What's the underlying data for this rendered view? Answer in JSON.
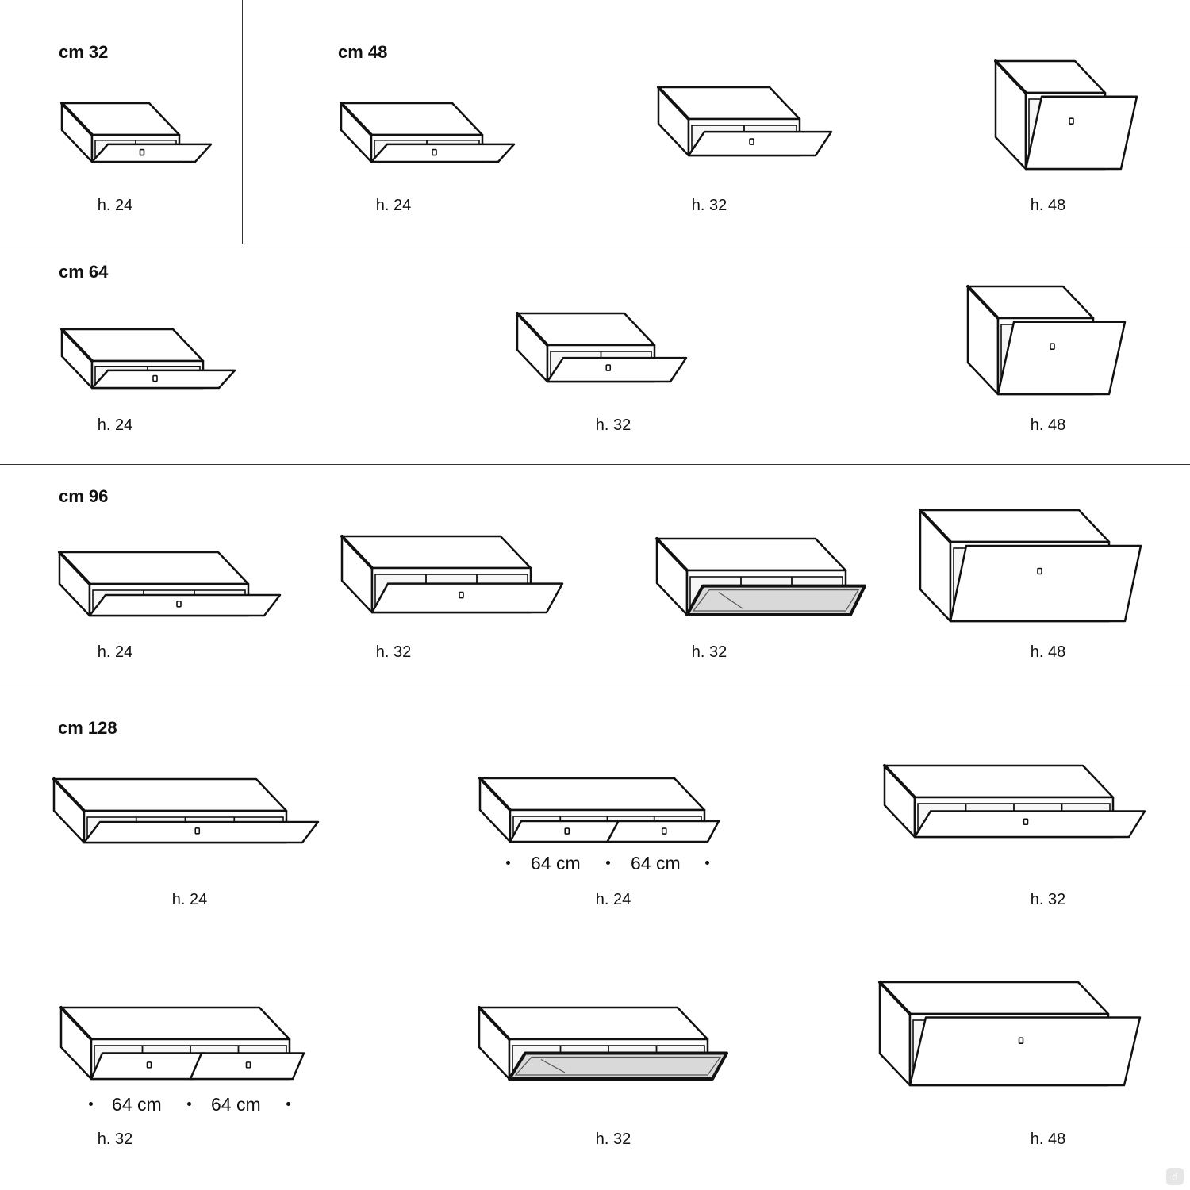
{
  "sections": {
    "s32": {
      "title": "cm 32"
    },
    "s48": {
      "title": "cm 48"
    },
    "s64": {
      "title": "cm 64"
    },
    "s96": {
      "title": "cm 96"
    },
    "s128": {
      "title": "cm 128"
    }
  },
  "captions": {
    "c32_24": "h. 24",
    "c48_24": "h. 24",
    "c48_32": "h. 32",
    "c48_48": "h. 48",
    "c64_24": "h. 24",
    "c64_32": "h. 32",
    "c64_48": "h. 48",
    "c96_24": "h. 24",
    "c96_32": "h. 32",
    "c96_32g": "h. 32",
    "c96_48": "h. 48",
    "c128_24": "h. 24",
    "c128_24d": "h. 24",
    "c128_32": "h. 32",
    "c128_32d": "h. 32",
    "c128_32g": "h. 32",
    "c128_48": "h. 48"
  },
  "dimensions": {
    "split_a_left": "64 cm",
    "split_a_right": "64 cm",
    "split_b_left": "64 cm",
    "split_b_right": "64 cm"
  },
  "units": [
    {
      "id": "u32_24",
      "w": 110,
      "h": 34,
      "door": "flap"
    },
    {
      "id": "u48_24",
      "w": 140,
      "h": 34,
      "door": "flap"
    },
    {
      "id": "u48_32",
      "w": 140,
      "h": 46,
      "door": "flap"
    },
    {
      "id": "u48_48",
      "w": 100,
      "h": 96,
      "door": "flap"
    },
    {
      "id": "u64_24",
      "w": 140,
      "h": 34,
      "door": "flap"
    },
    {
      "id": "u64_32",
      "w": 135,
      "h": 46,
      "door": "flap"
    },
    {
      "id": "u64_48",
      "w": 120,
      "h": 96,
      "door": "flap"
    },
    {
      "id": "u96_24",
      "w": 200,
      "h": 40,
      "door": "flap"
    },
    {
      "id": "u96_32",
      "w": 200,
      "h": 56,
      "door": "flap"
    },
    {
      "id": "u96_32g",
      "w": 200,
      "h": 56,
      "door": "glass"
    },
    {
      "id": "u96_48",
      "w": 200,
      "h": 100,
      "door": "flap"
    },
    {
      "id": "u128_24",
      "w": 255,
      "h": 40,
      "door": "flap"
    },
    {
      "id": "u128_24d",
      "w": 245,
      "h": 40,
      "door": "double"
    },
    {
      "id": "u128_32",
      "w": 250,
      "h": 50,
      "door": "flap"
    },
    {
      "id": "u128_32d",
      "w": 250,
      "h": 50,
      "door": "double"
    },
    {
      "id": "u128_32g",
      "w": 250,
      "h": 50,
      "door": "glass"
    },
    {
      "id": "u128_48",
      "w": 250,
      "h": 90,
      "door": "flap"
    }
  ],
  "icons": {
    "watermark": "logo-mark-icon"
  }
}
